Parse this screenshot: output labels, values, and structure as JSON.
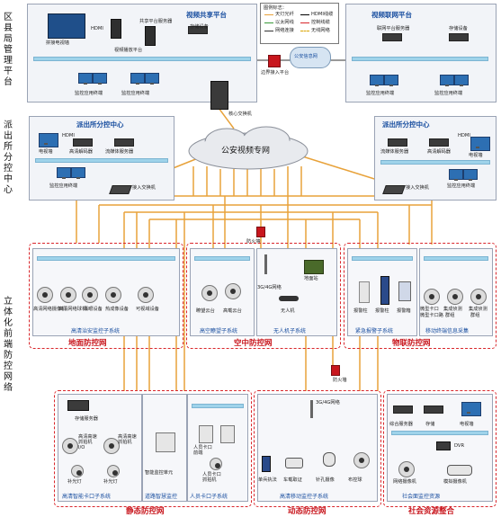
{
  "side_labels": {
    "district": "区县局管理平台",
    "station": "派出所分控中心",
    "frontend": "立体化前端防控网络"
  },
  "legend": {
    "items": [
      "图例标志：",
      "天灯光纤",
      "HDMI线缆",
      "以太网线",
      "控制线缆",
      "网络连接",
      "无线网络"
    ]
  },
  "share_platform": {
    "title": "视频共享平台",
    "labels": [
      "共享平台服务器",
      "存储设备",
      "HDMI",
      "拼接电视墙",
      "视频播放平台",
      "监控应用终端",
      "监控应用终端"
    ]
  },
  "internet_platform": {
    "title": "视频联网平台",
    "labels": [
      "联网平台服务器",
      "存储设备",
      "监控应用终端",
      "监控应用终端"
    ]
  },
  "border": {
    "cloud": "公安信息网",
    "label": "边界接入平台"
  },
  "core_switch": "核心交换机",
  "network": "公安视频专网",
  "station_left": {
    "title": "派出所分控中心",
    "labels": [
      "HDMI",
      "电视墙",
      "高清解码器",
      "流媒体服务器",
      "监控应用终端",
      "接入交换机"
    ]
  },
  "station_right": {
    "title": "派出所分控中心",
    "labels": [
      "流媒体服务器",
      "高清解码器",
      "HDMI",
      "电视墙",
      "监控应用终端",
      "接入交换机"
    ]
  },
  "firewalls": [
    "防火墙",
    "防火墙"
  ],
  "ground": {
    "title": "地面防控网",
    "subsystem": "高清治安监控子系统",
    "labels": [
      "高清网络摄像机",
      "高清网络球机",
      "鹰眼设备",
      "热成像设备",
      "可视域设备"
    ]
  },
  "air": {
    "title": "空中防控网",
    "subsystems": [
      "高空瞭望子系统",
      "无人机子系统"
    ],
    "labels": [
      "瞭望云台",
      "高载云台",
      "3G/4G网络",
      "地面站",
      "无人机"
    ]
  },
  "iot": {
    "title": "物联防控网",
    "subsystems": [
      "紧急报警子系统",
      "移动终端信息采集"
    ],
    "labels": [
      "报警柱",
      "报警柱",
      "报警箱",
      "微型卡口",
      "集成侦测",
      "集成侦测"
    ],
    "labels2": [
      "微型卡口路",
      "群组",
      "群组"
    ]
  },
  "static": {
    "title": "静态防控网",
    "subsystems": [
      "高清智能卡口子系统",
      "道路智慧监控",
      "人员卡口子系统"
    ],
    "labels": [
      "存储服务器",
      "高清高速",
      "抓拍机",
      "I/O",
      "高清高速",
      "抓拍机",
      "补光灯",
      "补光灯",
      "智能监控单元",
      "人员卡口",
      "前端",
      "人员卡口",
      "抓拍机"
    ]
  },
  "dynamic": {
    "title": "动态防控网",
    "subsystem": "高清移动监控子系统",
    "labels": [
      "3G/4G网络",
      "单兵执法",
      "车载取证",
      "针孔摄像",
      "布控球"
    ]
  },
  "social": {
    "title": "社会资源整合",
    "subsystem": "社会面监控资源",
    "labels": [
      "综合服务器",
      "存储",
      "电视墙",
      "DVR",
      "网络摄像机",
      "模拟摄像机"
    ]
  }
}
